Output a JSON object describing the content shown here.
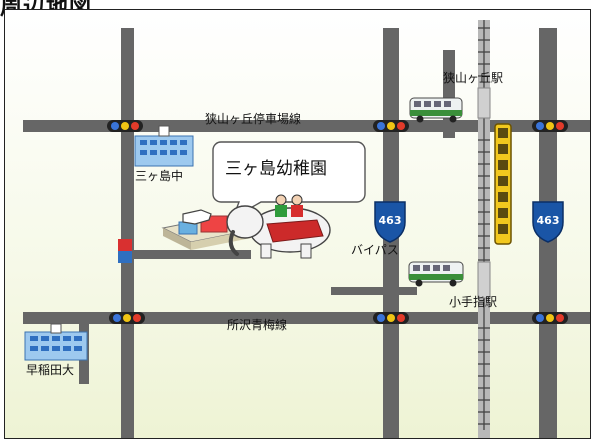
{
  "heading": "周辺地図",
  "map": {
    "destination": "三ヶ島幼稚園",
    "roads": {
      "north": "狭山ヶ丘停車場線",
      "south": "所沢青梅線",
      "bypass": "バイパス"
    },
    "route_number": "463",
    "stations": {
      "sayamagaoka": "狭山ヶ丘駅",
      "kotesashi": "小手指駅"
    },
    "schools": {
      "mikajima_jhs": "三ヶ島中",
      "waseda_univ": "早稲田大"
    },
    "colors": {
      "road": "#666666",
      "rail": "#b8b8b8",
      "route_shield": "#1a55a6",
      "callout_border": "#555555"
    }
  }
}
